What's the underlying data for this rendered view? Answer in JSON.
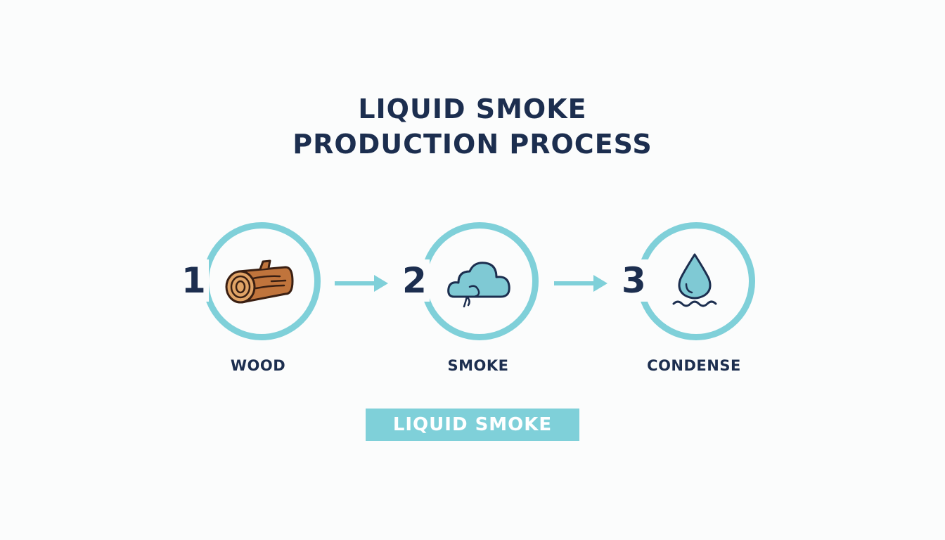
{
  "title": {
    "line1": "LIQUID SMOKE",
    "line2": "PRODUCTION PROCESS"
  },
  "steps": [
    {
      "number": "1",
      "label": "WOOD",
      "icon": "wood-log-icon"
    },
    {
      "number": "2",
      "label": "SMOKE",
      "icon": "smoke-cloud-icon"
    },
    {
      "number": "3",
      "label": "CONDENSE",
      "icon": "water-drop-icon"
    }
  ],
  "result": {
    "label": "LIQUID SMOKE"
  },
  "colors": {
    "ring": "#7fd0d9",
    "text": "#1c2e4f",
    "wood": "#b5652e",
    "badge": "#7fd0d9",
    "background": "#fbfcfc"
  }
}
